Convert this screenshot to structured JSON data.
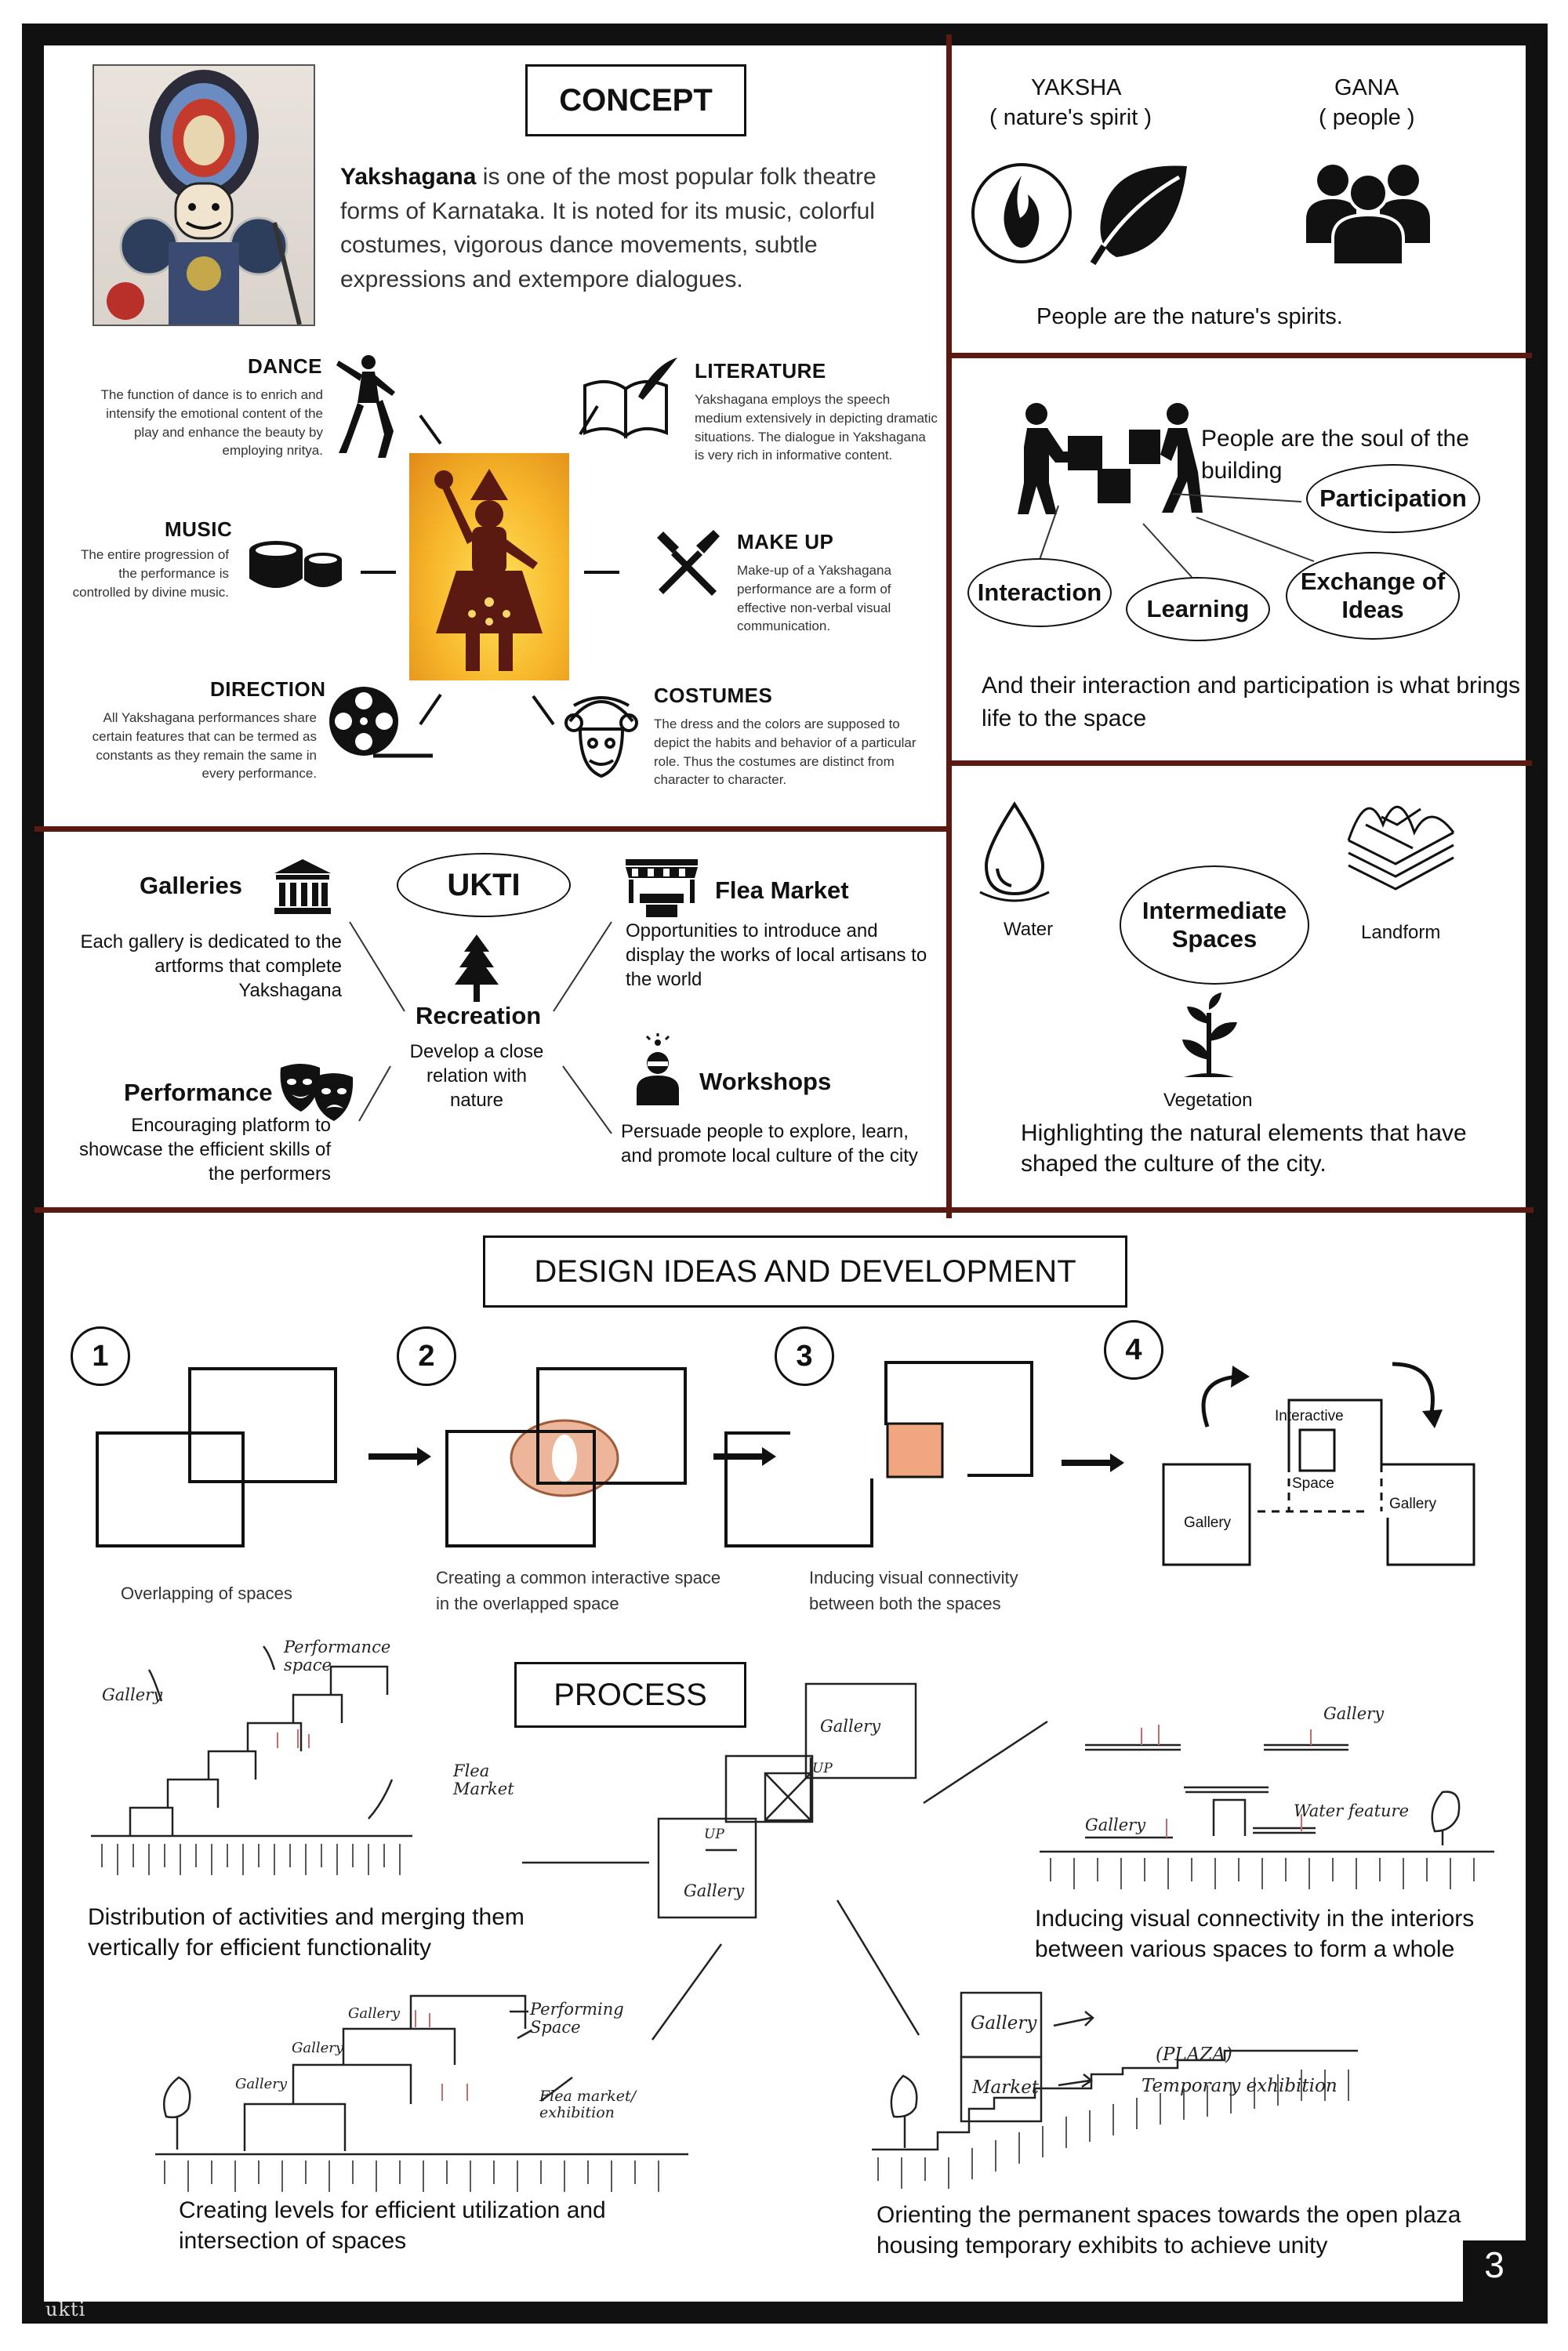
{
  "concept": {
    "title": "CONCEPT",
    "intro_bold": "Yakshagana",
    "intro_rest": " is one of the most popular folk theatre forms of Karnataka. It is noted for its music, colorful costumes, vigorous dance movements, subtle expressions and extempore dialogues.",
    "items": {
      "dance": {
        "title": "DANCE",
        "text": "The function of dance is to enrich and intensify the emotional content of the play and enhance the beauty by employing nritya."
      },
      "literature": {
        "title": "LITERATURE",
        "text": "Yakshagana employs the speech medium extensively in depicting dramatic situations. The dialogue in Yakshagana is very rich in informative content."
      },
      "music": {
        "title": "MUSIC",
        "text": "The entire progression of the performance is controlled by divine music."
      },
      "makeup": {
        "title": "MAKE UP",
        "text": "Make-up of a Yakshagana performance are a form of effective non-verbal visual communication."
      },
      "direction": {
        "title": "DIRECTION",
        "text": "All Yakshagana performances share certain features that can be termed as constants as they remain the same in every performance."
      },
      "costumes": {
        "title": "COSTUMES",
        "text": "The dress and the colors are supposed to depict the habits and behavior of a particular role. Thus the costumes are distinct from character to character."
      }
    }
  },
  "yaksha": {
    "title": "YAKSHA",
    "subtitle": "( nature's spirit )",
    "gana_title": "GANA",
    "gana_subtitle": "( people )",
    "caption": "People are the nature's spirits.",
    "icons": [
      "fire-icon",
      "leaf-icon",
      "people-icon"
    ]
  },
  "participation": {
    "text": "People are the soul of the building",
    "ovals": [
      "Participation",
      "Interaction",
      "Learning",
      "Exchange of Ideas"
    ],
    "caption": "And their interaction and participation is what brings life to the space"
  },
  "ukti": {
    "title": "UKTI",
    "galleries": {
      "title": "Galleries",
      "text": "Each gallery is dedicated to the artforms that complete Yakshagana"
    },
    "flea": {
      "title": "Flea Market",
      "text": "Opportunities to introduce and display the works of local artisans to the world"
    },
    "recreation": {
      "title": "Recreation",
      "text": "Develop a close relation with nature"
    },
    "performance": {
      "title": "Performance",
      "text": "Encouraging platform to showcase the efficient skills of the performers"
    },
    "workshops": {
      "title": "Workshops",
      "text": "Persuade people to explore, learn, and promote local culture of the city"
    }
  },
  "nature": {
    "water": "Water",
    "landform": "Landform",
    "vegetation": "Vegetation",
    "center": "Intermediate Spaces",
    "caption": "Highlighting the natural elements that have shaped the culture of the city."
  },
  "design": {
    "title": "DESIGN IDEAS AND DEVELOPMENT",
    "steps": [
      {
        "num": "1",
        "caption": "Overlapping of spaces"
      },
      {
        "num": "2",
        "caption": "Creating a common interactive space in the overlapped space"
      },
      {
        "num": "3",
        "caption": "Inducing visual connectivity between both the spaces"
      },
      {
        "num": "4",
        "caption": ""
      }
    ],
    "step4_labels": {
      "interactive": "Interactive",
      "space": "Space",
      "gallery_left": "Gallery",
      "gallery_right": "Gallery"
    }
  },
  "process": {
    "title": "PROCESS",
    "sketch1": {
      "labels": [
        "Gallery",
        "Performance space",
        "Flea Market"
      ],
      "caption": "Distribution of activities and merging them vertically for efficient functionality"
    },
    "sketch_center": {
      "labels": [
        "Gallery",
        "UP",
        "UP",
        "Gallery"
      ]
    },
    "sketch2": {
      "labels": [
        "Gallery",
        "Gallery",
        "Water feature"
      ],
      "caption": "Inducing visual connectivity in the interiors between various spaces to form a whole"
    },
    "sketch3": {
      "labels": [
        "Gallery",
        "Gallery",
        "Gallery",
        "Performing Space",
        "Flea market/ exhibition"
      ],
      "caption": "Creating levels for efficient utilization and intersection  of spaces"
    },
    "sketch4": {
      "labels": [
        "Gallery",
        "Market",
        "(PLAZA)",
        "Temporary exhibition"
      ],
      "caption": "Orienting the permanent spaces towards the open plaza housing temporary exhibits to achieve unity"
    }
  },
  "footer": {
    "page_number": "3",
    "logo": "ukti"
  }
}
